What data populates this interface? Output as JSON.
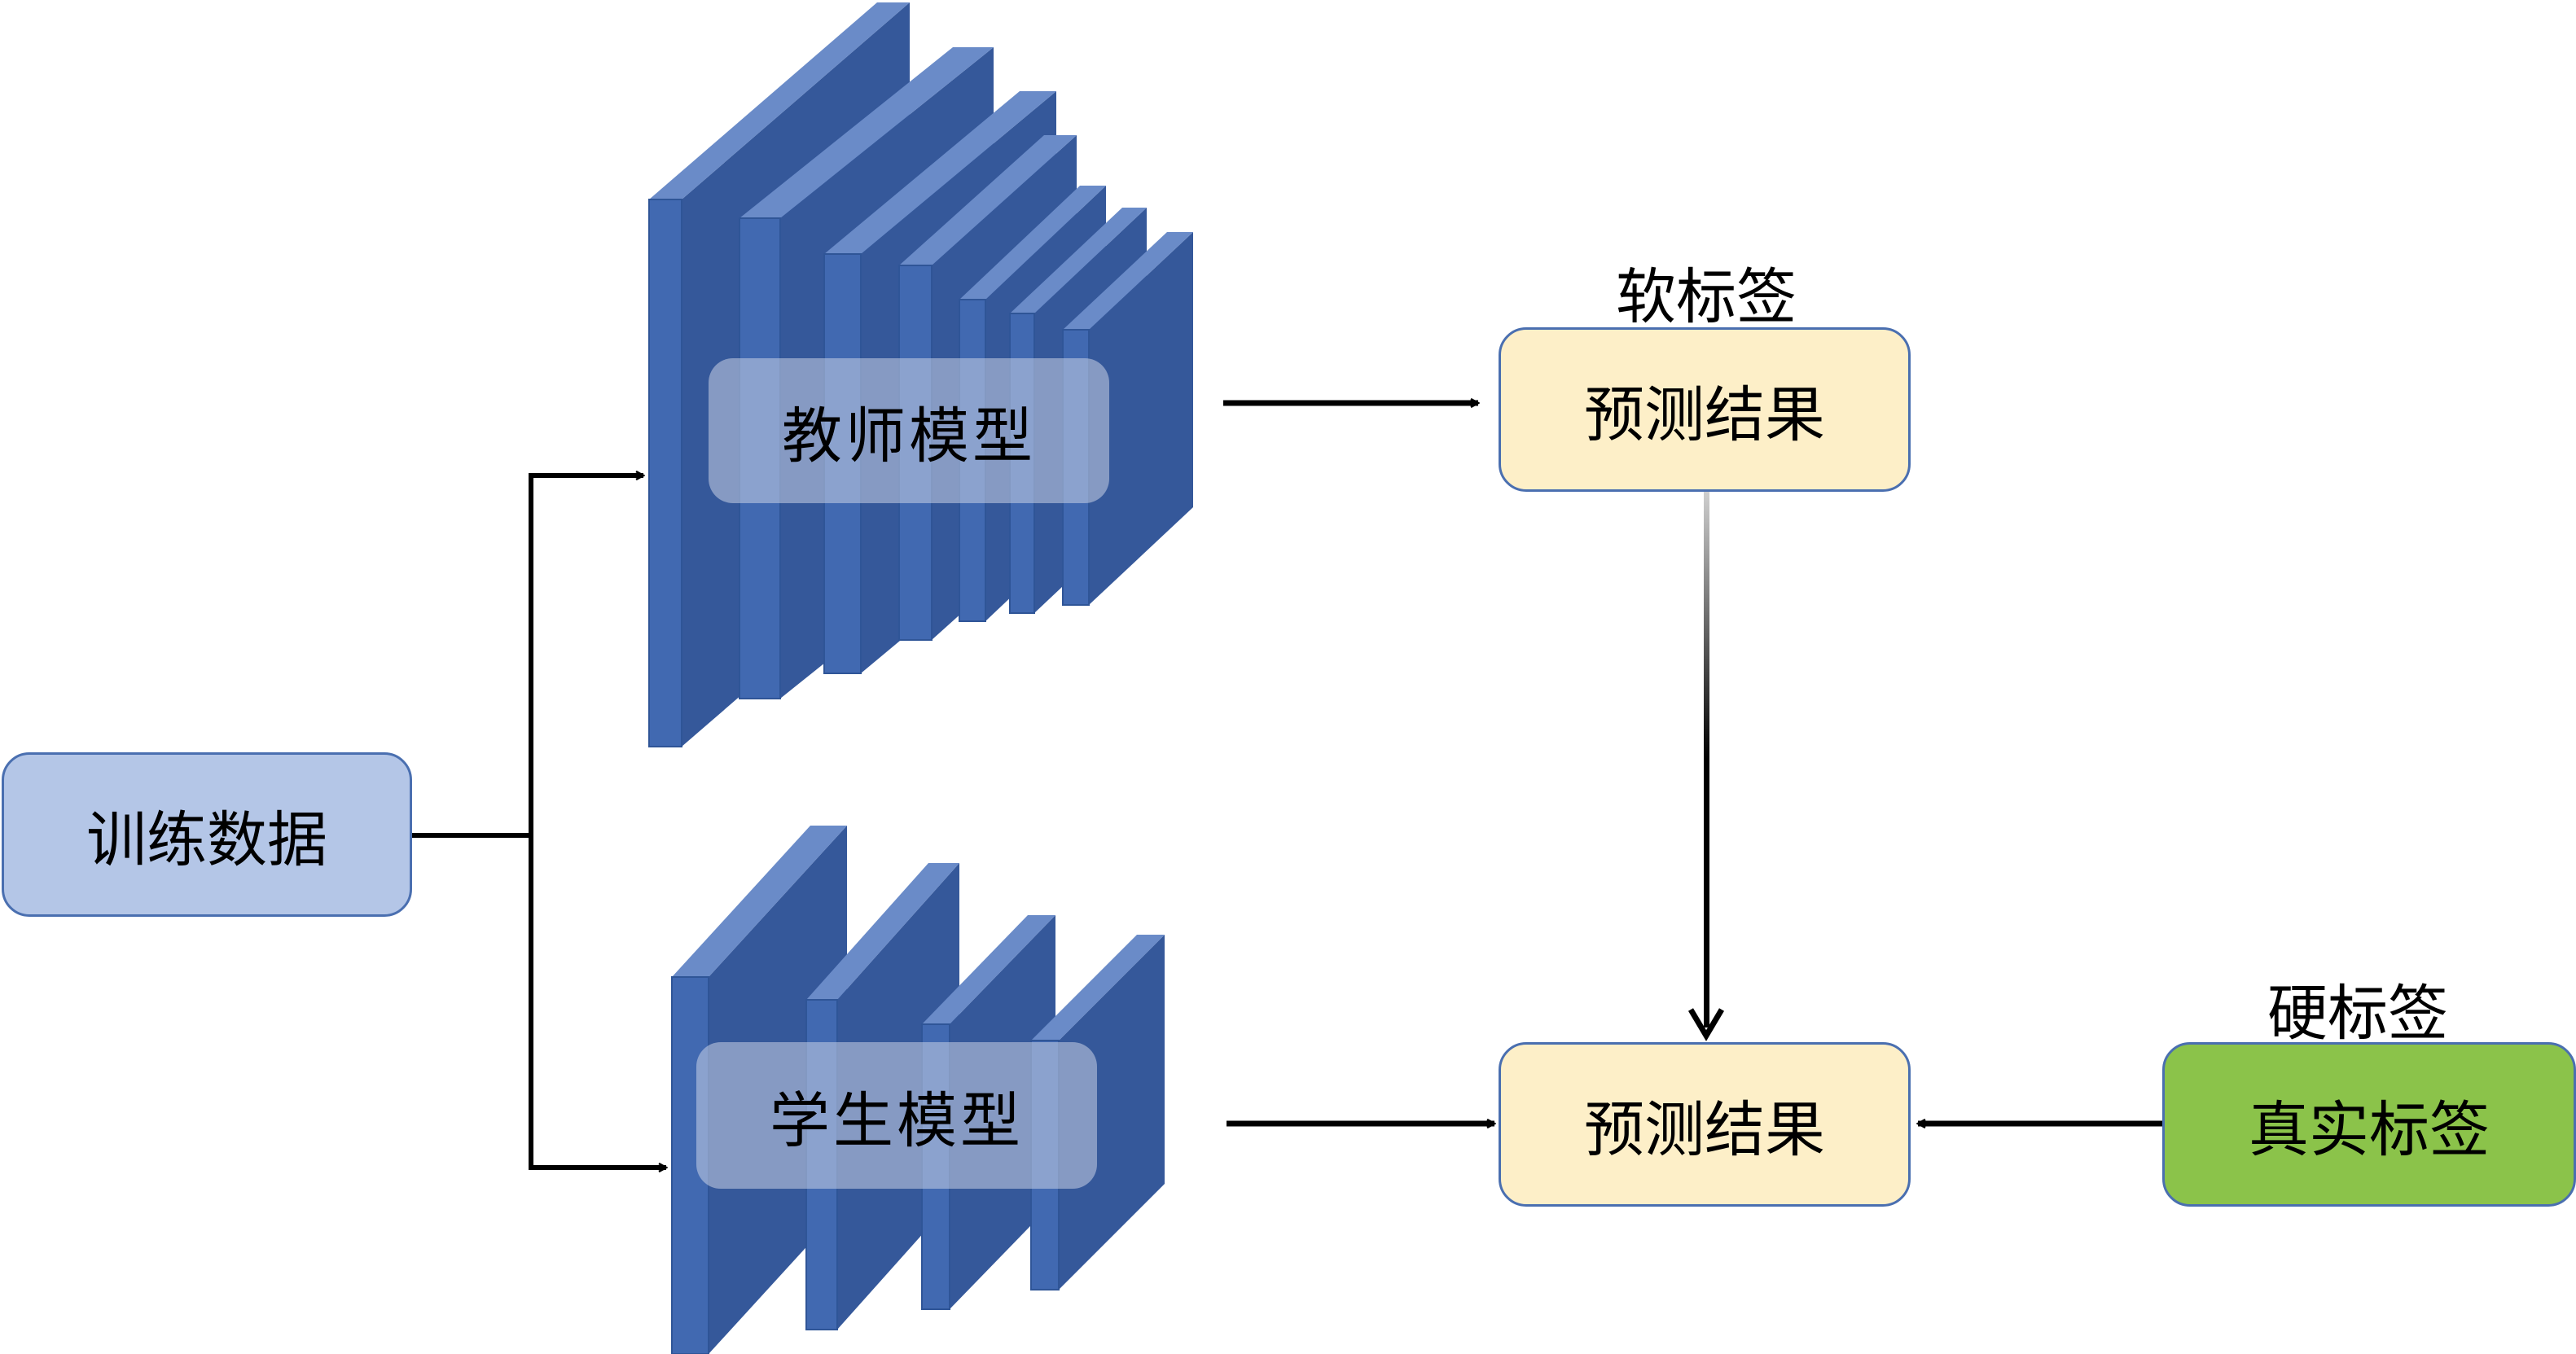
{
  "input": {
    "label": "训练数据",
    "color": "#b4c6e7"
  },
  "teacher": {
    "label": "教师模型",
    "layers": 7
  },
  "student": {
    "label": "学生模型",
    "layers": 4
  },
  "soft_label": {
    "caption": "软标签",
    "box_label": "预测结果",
    "color": "#fdefc8"
  },
  "student_output": {
    "box_label": "预测结果",
    "color": "#fdefc8"
  },
  "hard_label": {
    "caption": "硬标签",
    "box_label": "真实标签",
    "color": "#8bc34a"
  },
  "colors": {
    "layer_front": "#4169b1",
    "layer_side": "#35589a",
    "layer_top": "#6a8bc8",
    "arrow": "#000000"
  }
}
